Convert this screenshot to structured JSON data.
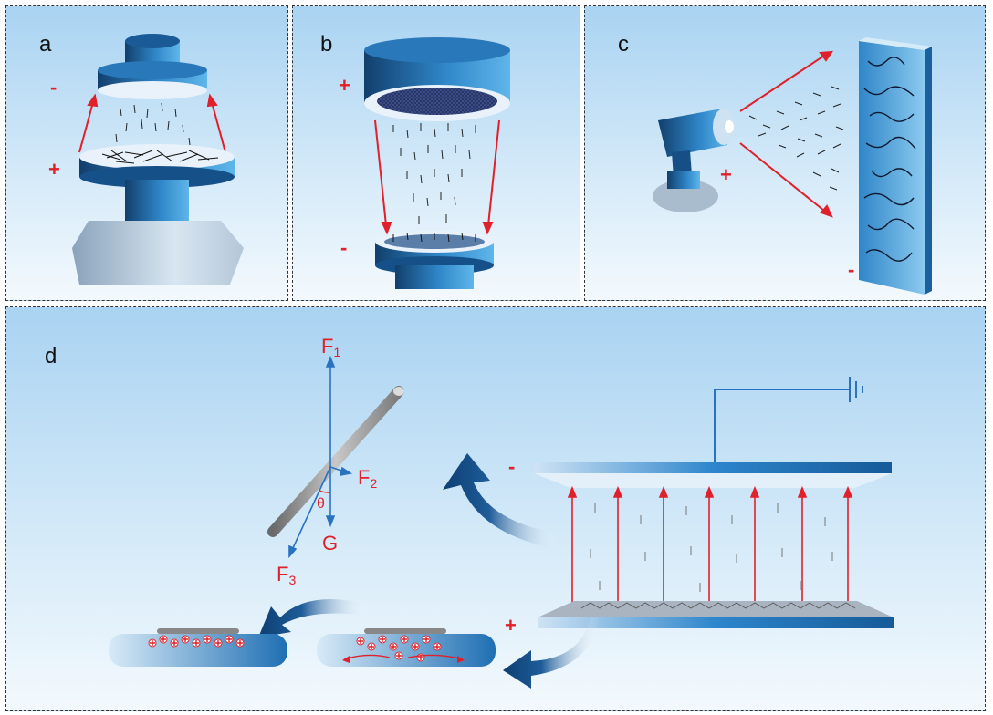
{
  "panels": {
    "a": {
      "letter": "a",
      "top_sign": "-",
      "bottom_sign": "+"
    },
    "b": {
      "letter": "b",
      "top_sign": "+",
      "bottom_sign": "-"
    },
    "c": {
      "letter": "c",
      "gun_sign": "+",
      "plate_sign": "-"
    },
    "d": {
      "letter": "d",
      "top_plate_sign": "-",
      "bottom_plate_sign": "+",
      "force_labels": {
        "f1": "F",
        "f1_sub": "1",
        "f2": "F",
        "f2_sub": "2",
        "f3": "F",
        "f3_sub": "3",
        "g": "G",
        "theta": "θ"
      }
    }
  },
  "colors": {
    "arrow_red": "#e0202a",
    "electrode_blue": "#1f6fb5",
    "dark_blue": "#0d3f72",
    "force_blue": "#2a72c0"
  }
}
